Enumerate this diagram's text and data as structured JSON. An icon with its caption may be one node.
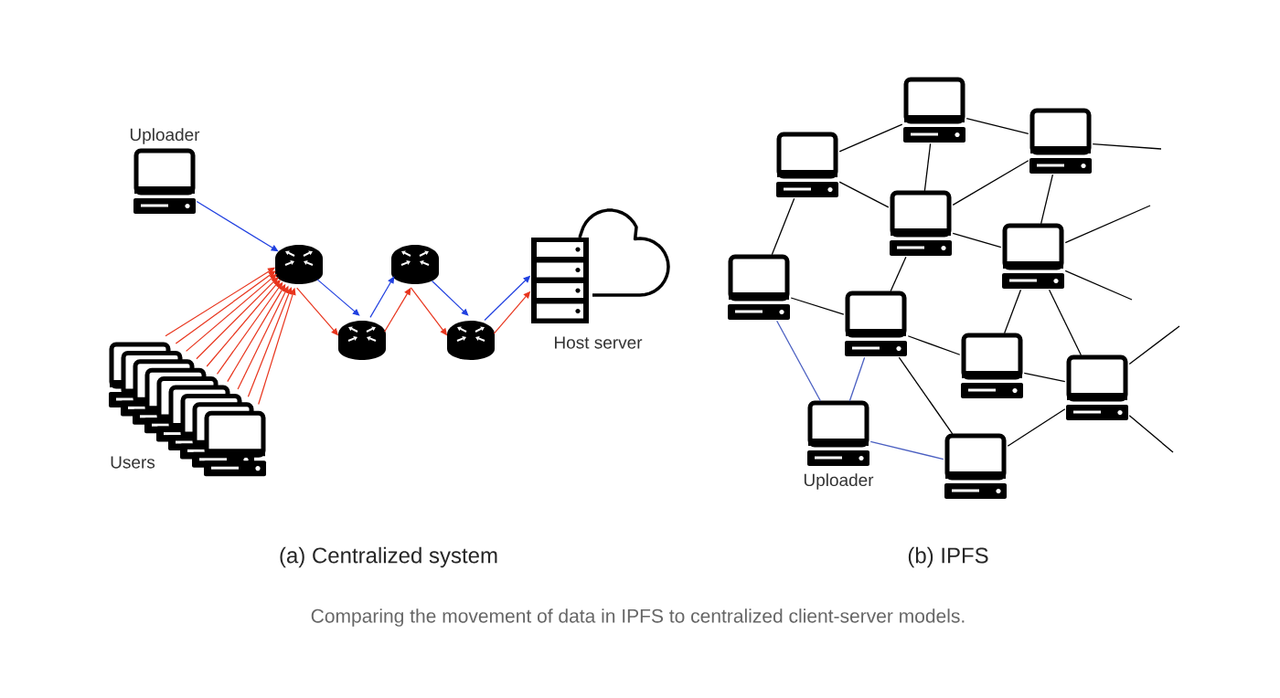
{
  "diagram": {
    "caption": "Comparing the movement of data in IPFS to centralized client-server models.",
    "nodes": [
      {
        "text": [
          "Uploader"
        ]
      },
      {
        "text": [
          "Users"
        ]
      },
      {
        "text": [],
        "shape": "picture"
      },
      {
        "text": [],
        "shape": "picture"
      },
      {
        "text": [],
        "shape": "picture"
      },
      {
        "text": [],
        "shape": "picture"
      },
      {
        "text": [
          "Host server"
        ]
      },
      {
        "text": [],
        "shape": "picture"
      },
      {
        "text": [],
        "shape": "picture"
      },
      {
        "text": [],
        "shape": "picture"
      },
      {
        "text": [],
        "shape": "picture"
      },
      {
        "text": [],
        "shape": "picture"
      },
      {
        "text": [],
        "shape": "picture"
      },
      {
        "text": [],
        "shape": "picture"
      },
      {
        "text": [],
        "shape": "picture"
      },
      {
        "text": [],
        "shape": "picture"
      },
      {
        "text": [
          "Uploader"
        ]
      },
      {
        "text": [],
        "shape": "picture"
      }
    ],
    "edges": [
      {
        "from": 0,
        "to": 2,
        "arrow": "to",
        "color": "#1f3fe0"
      },
      {
        "from": 2,
        "to": 3,
        "arrow": "to",
        "color": "#1f3fe0"
      },
      {
        "from": 3,
        "to": 4,
        "arrow": "to",
        "color": "#1f3fe0"
      },
      {
        "from": 4,
        "to": 5,
        "arrow": "to",
        "color": "#1f3fe0"
      },
      {
        "from": 5,
        "to": 6,
        "arrow": "to",
        "color": "#1f3fe0"
      },
      {
        "from": 1,
        "to": 2,
        "arrow": "to",
        "color": "#e8341c"
      },
      {
        "from": 1,
        "to": 2,
        "arrow": "to",
        "color": "#e8341c"
      },
      {
        "from": 1,
        "to": 2,
        "arrow": "to",
        "color": "#e8341c"
      },
      {
        "from": 1,
        "to": 2,
        "arrow": "to",
        "color": "#e8341c"
      },
      {
        "from": 1,
        "to": 2,
        "arrow": "to",
        "color": "#e8341c"
      },
      {
        "from": 1,
        "to": 2,
        "arrow": "to",
        "color": "#e8341c"
      },
      {
        "from": 1,
        "to": 2,
        "arrow": "to",
        "color": "#e8341c"
      },
      {
        "from": 1,
        "to": 2,
        "arrow": "to",
        "color": "#e8341c"
      },
      {
        "from": 1,
        "to": 2,
        "arrow": "to",
        "color": "#e8341c"
      },
      {
        "from": 1,
        "to": 2,
        "arrow": "to",
        "color": "#e8341c"
      },
      {
        "from": 2,
        "to": 3,
        "arrow": "to",
        "color": "#e8341c"
      },
      {
        "from": 3,
        "to": 4,
        "arrow": "to",
        "color": "#e8341c"
      },
      {
        "from": 4,
        "to": 5,
        "arrow": "to",
        "color": "#e8341c"
      },
      {
        "from": 5,
        "to": 6,
        "arrow": "to",
        "color": "#e8341c"
      },
      {
        "from": 7,
        "to": 8,
        "arrow": "none"
      },
      {
        "from": 8,
        "to": 9,
        "arrow": "none"
      },
      {
        "from": 7,
        "to": 10,
        "arrow": "none"
      },
      {
        "from": 8,
        "to": 10,
        "arrow": "none"
      },
      {
        "from": 9,
        "to": 10,
        "arrow": "none"
      },
      {
        "from": 9,
        "to": 11,
        "arrow": "none"
      },
      {
        "from": 10,
        "to": 11,
        "arrow": "none"
      },
      {
        "from": 7,
        "to": 12,
        "arrow": "none"
      },
      {
        "from": 12,
        "to": 13,
        "arrow": "none"
      },
      {
        "from": 10,
        "to": 13,
        "arrow": "none"
      },
      {
        "from": 13,
        "to": 14,
        "arrow": "none"
      },
      {
        "from": 11,
        "to": 14,
        "arrow": "none"
      },
      {
        "from": 11,
        "to": 15,
        "arrow": "none"
      },
      {
        "from": 14,
        "to": 15,
        "arrow": "none"
      },
      {
        "from": 13,
        "to": 17,
        "arrow": "none"
      },
      {
        "from": 15,
        "to": 17,
        "arrow": "none"
      },
      {
        "from": 12,
        "to": 16,
        "arrow": "none",
        "color": "#4a5fc1"
      },
      {
        "from": 13,
        "to": 16,
        "arrow": "none",
        "color": "#4a5fc1"
      },
      {
        "from": 16,
        "to": 17,
        "arrow": "none",
        "color": "#4a5fc1"
      },
      {
        "from": 9,
        "to": null,
        "arrow": "none"
      },
      {
        "from": 11,
        "to": null,
        "arrow": "none"
      },
      {
        "from": 11,
        "to": null,
        "arrow": "none"
      },
      {
        "from": 15,
        "to": null,
        "arrow": "none"
      },
      {
        "from": 15,
        "to": null,
        "arrow": "none"
      }
    ],
    "labels": [
      "(a) Centralized system",
      "(b) IPFS"
    ]
  }
}
